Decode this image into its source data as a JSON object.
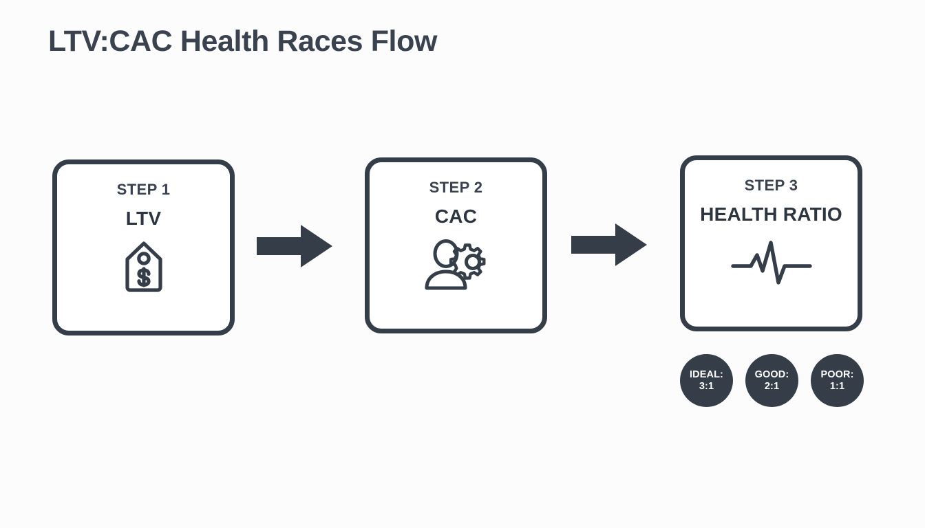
{
  "header": {
    "title": "LTV:CAC Health Races Flow"
  },
  "colors": {
    "background": "#fcfcfc",
    "ink": "#343d48",
    "title": "#39424e",
    "card_fill": "#ffffff",
    "badge_fill": "#343d48",
    "badge_text": "#ffffff"
  },
  "flow": {
    "steps": [
      {
        "label": "STEP 1",
        "name": "LTV",
        "icon": "price-tag-dollar-icon"
      },
      {
        "label": "STEP 2",
        "name": "CAC",
        "icon": "person-gear-icon"
      },
      {
        "label": "STEP 3",
        "name": "HEALTH RATIO",
        "icon": "heartbeat-pulse-icon"
      }
    ],
    "connectors": [
      {
        "icon": "arrow-right-icon",
        "from": "STEP 1",
        "to": "STEP 2"
      },
      {
        "icon": "arrow-right-icon",
        "from": "STEP 2",
        "to": "STEP 3"
      }
    ]
  },
  "ratio_badges": [
    {
      "title": "IDEAL:",
      "value": "3:1"
    },
    {
      "title": "GOOD:",
      "value": "2:1"
    },
    {
      "title": "POOR:",
      "value": "1:1"
    }
  ]
}
